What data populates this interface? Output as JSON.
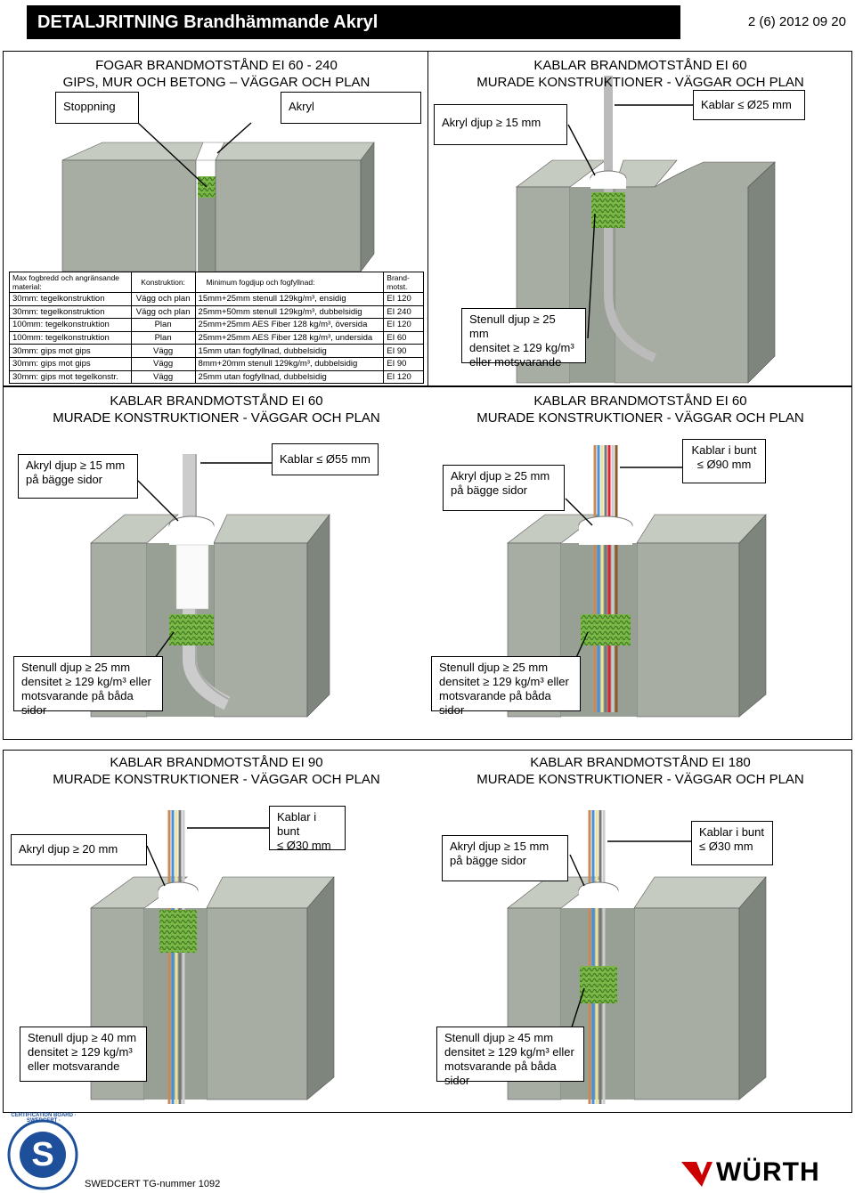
{
  "header": {
    "title": "DETALJRITNING Brandhämmande Akryl",
    "page_info": "2 (6) 2012 09 20"
  },
  "panels": {
    "p1": {
      "title1": "FOGAR BRANDMOTSTÅND EI 60 - 240",
      "title2": "GIPS, MUR OCH BETONG – VÄGGAR OCH PLAN",
      "label_stoppning": "Stoppning",
      "label_akryl": "Akryl"
    },
    "p2": {
      "title1": "KABLAR BRANDMOTSTÅND EI 60",
      "title2": "MURADE KONSTRUKTIONER - VÄGGAR OCH PLAN",
      "label_akryl": "Akryl djup ≥ 15 mm",
      "label_kablar": "Kablar ≤ Ø25 mm",
      "label_stenull1": "Stenull djup ≥ 25 mm",
      "label_stenull2": "densitet ≥ 129 kg/m³",
      "label_stenull3": "eller motsvarande"
    },
    "p3": {
      "title1": "KABLAR BRANDMOTSTÅND EI 60",
      "title2": "MURADE KONSTRUKTIONER - VÄGGAR OCH PLAN",
      "label_akryl1": "Akryl djup ≥ 15 mm",
      "label_akryl2": "på bägge sidor",
      "label_kablar": "Kablar ≤ Ø55 mm",
      "label_stenull1": "Stenull djup ≥ 25 mm",
      "label_stenull2": "densitet ≥ 129 kg/m³ eller",
      "label_stenull3": "motsvarande på båda sidor"
    },
    "p4": {
      "title1": "KABLAR BRANDMOTSTÅND EI 60",
      "title2": "MURADE KONSTRUKTIONER - VÄGGAR OCH PLAN",
      "label_akryl1": "Akryl djup ≥ 25 mm",
      "label_akryl2": "på bägge sidor",
      "label_kablar1": "Kablar i bunt",
      "label_kablar2": "≤ Ø90 mm",
      "label_stenull1": "Stenull djup ≥ 25 mm",
      "label_stenull2": "densitet ≥ 129 kg/m³ eller",
      "label_stenull3": "motsvarande på båda sidor"
    },
    "p5": {
      "title1": "KABLAR BRANDMOTSTÅND EI 90",
      "title2": "MURADE KONSTRUKTIONER - VÄGGAR OCH PLAN",
      "label_akryl": "Akryl djup ≥ 20 mm",
      "label_kablar1": "Kablar i bunt",
      "label_kablar2": "≤ Ø30 mm",
      "label_stenull1": "Stenull djup ≥ 40 mm",
      "label_stenull2": "densitet ≥ 129 kg/m³",
      "label_stenull3": "eller motsvarande"
    },
    "p6": {
      "title1": "KABLAR BRANDMOTSTÅND EI 180",
      "title2": "MURADE KONSTRUKTIONER - VÄGGAR OCH PLAN",
      "label_akryl1": "Akryl djup ≥ 15 mm",
      "label_akryl2": "på bägge sidor",
      "label_kablar1": "Kablar i bunt",
      "label_kablar2": "≤ Ø30 mm",
      "label_stenull1": "Stenull djup ≥ 45 mm",
      "label_stenull2": "densitet ≥ 129 kg/m³ eller",
      "label_stenull3": "motsvarande på båda sidor"
    }
  },
  "table": {
    "headers": [
      "Max fogbredd och angränsande material:",
      "Konstruktion:",
      "Minimum fogdjup och fogfyllnad:",
      "Brand-motst."
    ],
    "rows": [
      [
        "30mm: tegelkonstruktion",
        "Vägg och plan",
        "15mm+25mm stenull 129kg/m³, ensidig",
        "EI 120"
      ],
      [
        "30mm: tegelkonstruktion",
        "Vägg och plan",
        "25mm+50mm stenull 129kg/m³, dubbelsidig",
        "EI 240"
      ],
      [
        "100mm: tegelkonstruktion",
        "Plan",
        "25mm+25mm AES Fiber 128 kg/m³, översida",
        "EI 120"
      ],
      [
        "100mm: tegelkonstruktion",
        "Plan",
        "25mm+25mm AES Fiber 128 kg/m³, undersida",
        "EI 60"
      ],
      [
        "30mm: gips mot gips",
        "Vägg",
        "15mm utan fogfyllnad, dubbelsidig",
        "EI 90"
      ],
      [
        "30mm: gips mot gips",
        "Vägg",
        "8mm+20mm stenull 129kg/m³, dubbelsidig",
        "EI 90"
      ],
      [
        "30mm: gips mot tegelkonstr.",
        "Vägg",
        "25mm utan fogfyllnad, dubbelsidig",
        "EI 120"
      ]
    ]
  },
  "footer": {
    "cert_ring_text": "CERTIFICATION BOARD · SWEDCERT ·",
    "cert_letter": "S",
    "cert_number": "SWEDCERT TG-nummer 1092",
    "brand": "WÜRTH"
  },
  "colors": {
    "wall_face": "#a7ada3",
    "wall_top": "#c6cbc1",
    "wall_side": "#7e857c",
    "stenull": "#7ab648",
    "akryl": "#ffffff",
    "brand_red": "#cc0000"
  }
}
